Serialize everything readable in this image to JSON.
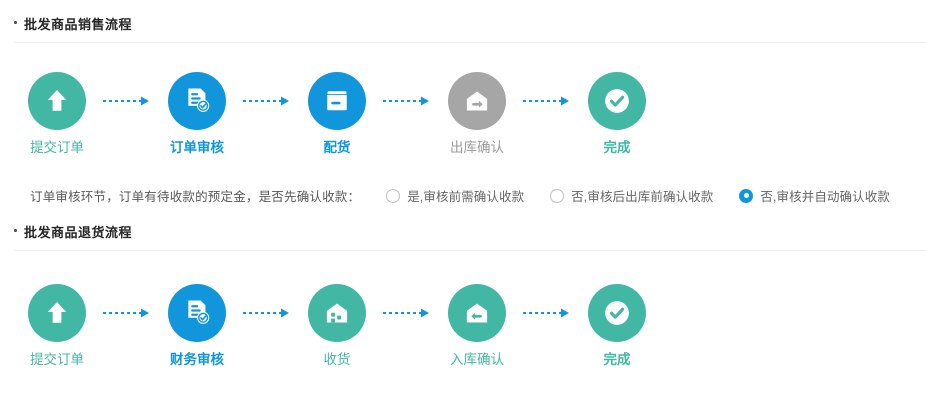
{
  "colors": {
    "teal": "#42b7a4",
    "blue": "#1296db",
    "gray": "#a6a6a6",
    "divider": "#eeeeee",
    "text": "#262626"
  },
  "sections": [
    {
      "title": "批发商品销售流程",
      "steps": [
        {
          "label": "提交订单",
          "icon": "upload-arrow-icon",
          "state": "teal"
        },
        {
          "label": "订单审核",
          "icon": "document-check-icon",
          "state": "blue"
        },
        {
          "label": "配货",
          "icon": "package-box-icon",
          "state": "blue"
        },
        {
          "label": "出库确认",
          "icon": "warehouse-out-icon",
          "state": "gray"
        },
        {
          "label": "完成",
          "icon": "check-circle-icon",
          "state": "teal-bold"
        }
      ]
    },
    {
      "title": "批发商品退货流程",
      "steps": [
        {
          "label": "提交订单",
          "icon": "upload-arrow-icon",
          "state": "teal"
        },
        {
          "label": "财务审核",
          "icon": "document-check-icon",
          "state": "blue"
        },
        {
          "label": "收货",
          "icon": "warehouse-dots-icon",
          "state": "teal"
        },
        {
          "label": "入库确认",
          "icon": "warehouse-in-icon",
          "state": "teal"
        },
        {
          "label": "完成",
          "icon": "check-circle-icon",
          "state": "teal-bold"
        }
      ]
    }
  ],
  "options": {
    "label": "订单审核环节，订单有待收款的预定金，是否先确认收款：",
    "items": [
      {
        "text": "是,审核前需确认收款",
        "checked": false
      },
      {
        "text": "否,审核后出库前确认收款",
        "checked": false
      },
      {
        "text": "否,审核并自动确认收款",
        "checked": true
      }
    ]
  }
}
